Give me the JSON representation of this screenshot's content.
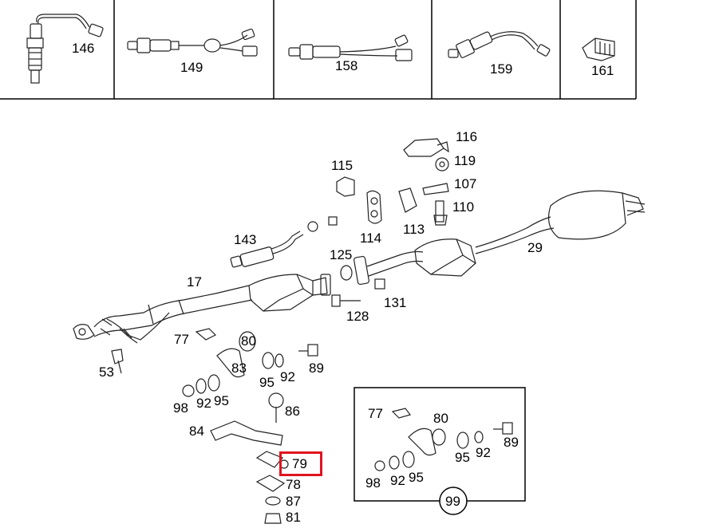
{
  "top_row": [
    "146",
    "149",
    "158",
    "159",
    "161"
  ],
  "main": {
    "p116": "116",
    "p119": "119",
    "p107": "107",
    "p110": "110",
    "p115": "115",
    "p114": "114",
    "p113": "113",
    "p29": "29",
    "p143": "143",
    "p125": "125",
    "p17": "17",
    "p131": "131",
    "p128": "128",
    "p77": "77",
    "p80": "80",
    "p53": "53",
    "p95a": "95",
    "p92a": "92",
    "p89": "89",
    "p83": "83",
    "p98": "98",
    "p92b": "92",
    "p95b": "95",
    "p86": "86",
    "p84": "84",
    "p79": "79",
    "p78": "78",
    "p87": "87",
    "p81": "81"
  },
  "inset": {
    "p77": "77",
    "p80": "80",
    "p89": "89",
    "p95a": "95",
    "p92a": "92",
    "p98": "98",
    "p92b": "92",
    "p95b": "95",
    "p99": "99"
  },
  "highlight_color": "#e0141e"
}
